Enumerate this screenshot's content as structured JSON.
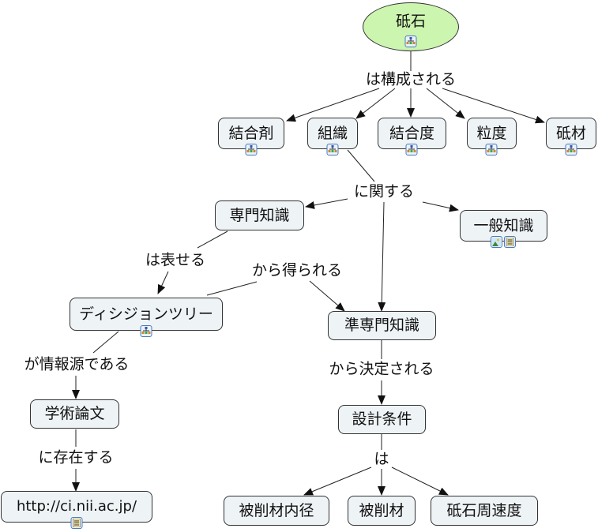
{
  "colors": {
    "root_fill": "#ccf5b0",
    "concept_fill": "#eef3f6",
    "line": "#222222",
    "icon_border": "#4a7ab8"
  },
  "concepts": {
    "toishi": {
      "label": "砥石",
      "icons": [
        "submap-icon"
      ]
    },
    "ketsugouzai": {
      "label": "結合剤",
      "icons": [
        "submap-icon"
      ]
    },
    "soshiki": {
      "label": "組織",
      "icons": [
        "submap-icon"
      ]
    },
    "ketsugoudo": {
      "label": "結合度",
      "icons": [
        "submap-icon"
      ]
    },
    "ryuudo": {
      "label": "粒度",
      "icons": [
        "submap-icon"
      ]
    },
    "tozai": {
      "label": "砥材",
      "icons": [
        "submap-icon"
      ]
    },
    "senmon": {
      "label": "専門知識",
      "icons": []
    },
    "ippan": {
      "label": "一般知識",
      "icons": [
        "image-icon",
        "document-icon"
      ]
    },
    "decision": {
      "label": "ディシジョンツリー",
      "icons": [
        "submap-icon"
      ]
    },
    "junsenmon": {
      "label": "準専門知識",
      "icons": []
    },
    "gakujutsu": {
      "label": "学術論文",
      "icons": []
    },
    "url": {
      "label": "http://ci.nii.ac.jp/",
      "icons": [
        "document-icon"
      ]
    },
    "sekkei": {
      "label": "設計条件",
      "icons": []
    },
    "naikei": {
      "label": "被削材内径",
      "icons": []
    },
    "hisakuzai": {
      "label": "被削材",
      "icons": []
    },
    "shusokudo": {
      "label": "砥石周速度",
      "icons": []
    }
  },
  "linking_phrases": {
    "kousei": "は構成される",
    "kansuru": "に関する",
    "arawaseru": "は表せる",
    "erareru": "から得られる",
    "jouhougen": "が情報源である",
    "sonzai": "に存在する",
    "kettei": "から決定される",
    "wa": "は"
  }
}
